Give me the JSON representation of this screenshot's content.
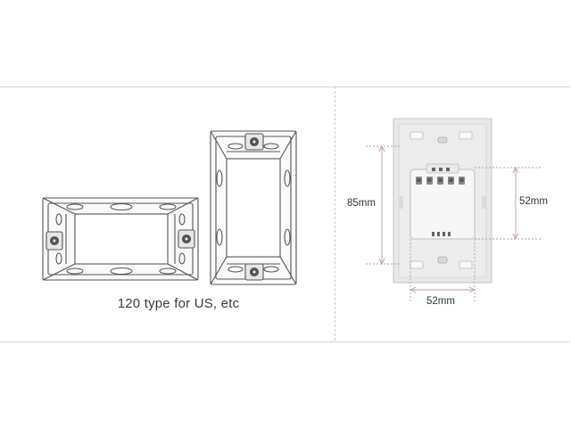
{
  "caption": "120 type for US, etc",
  "dimensions": {
    "height_outer": "85mm",
    "height_inner": "52mm",
    "width_inner": "52mm"
  },
  "colors": {
    "line": "#555555",
    "plate": "#e8e8e8",
    "module": "#f4f4f4",
    "dimension_line": "#b89aa8"
  },
  "icons": [
    "wall-box-horizontal",
    "wall-box-vertical",
    "switch-back-module"
  ]
}
